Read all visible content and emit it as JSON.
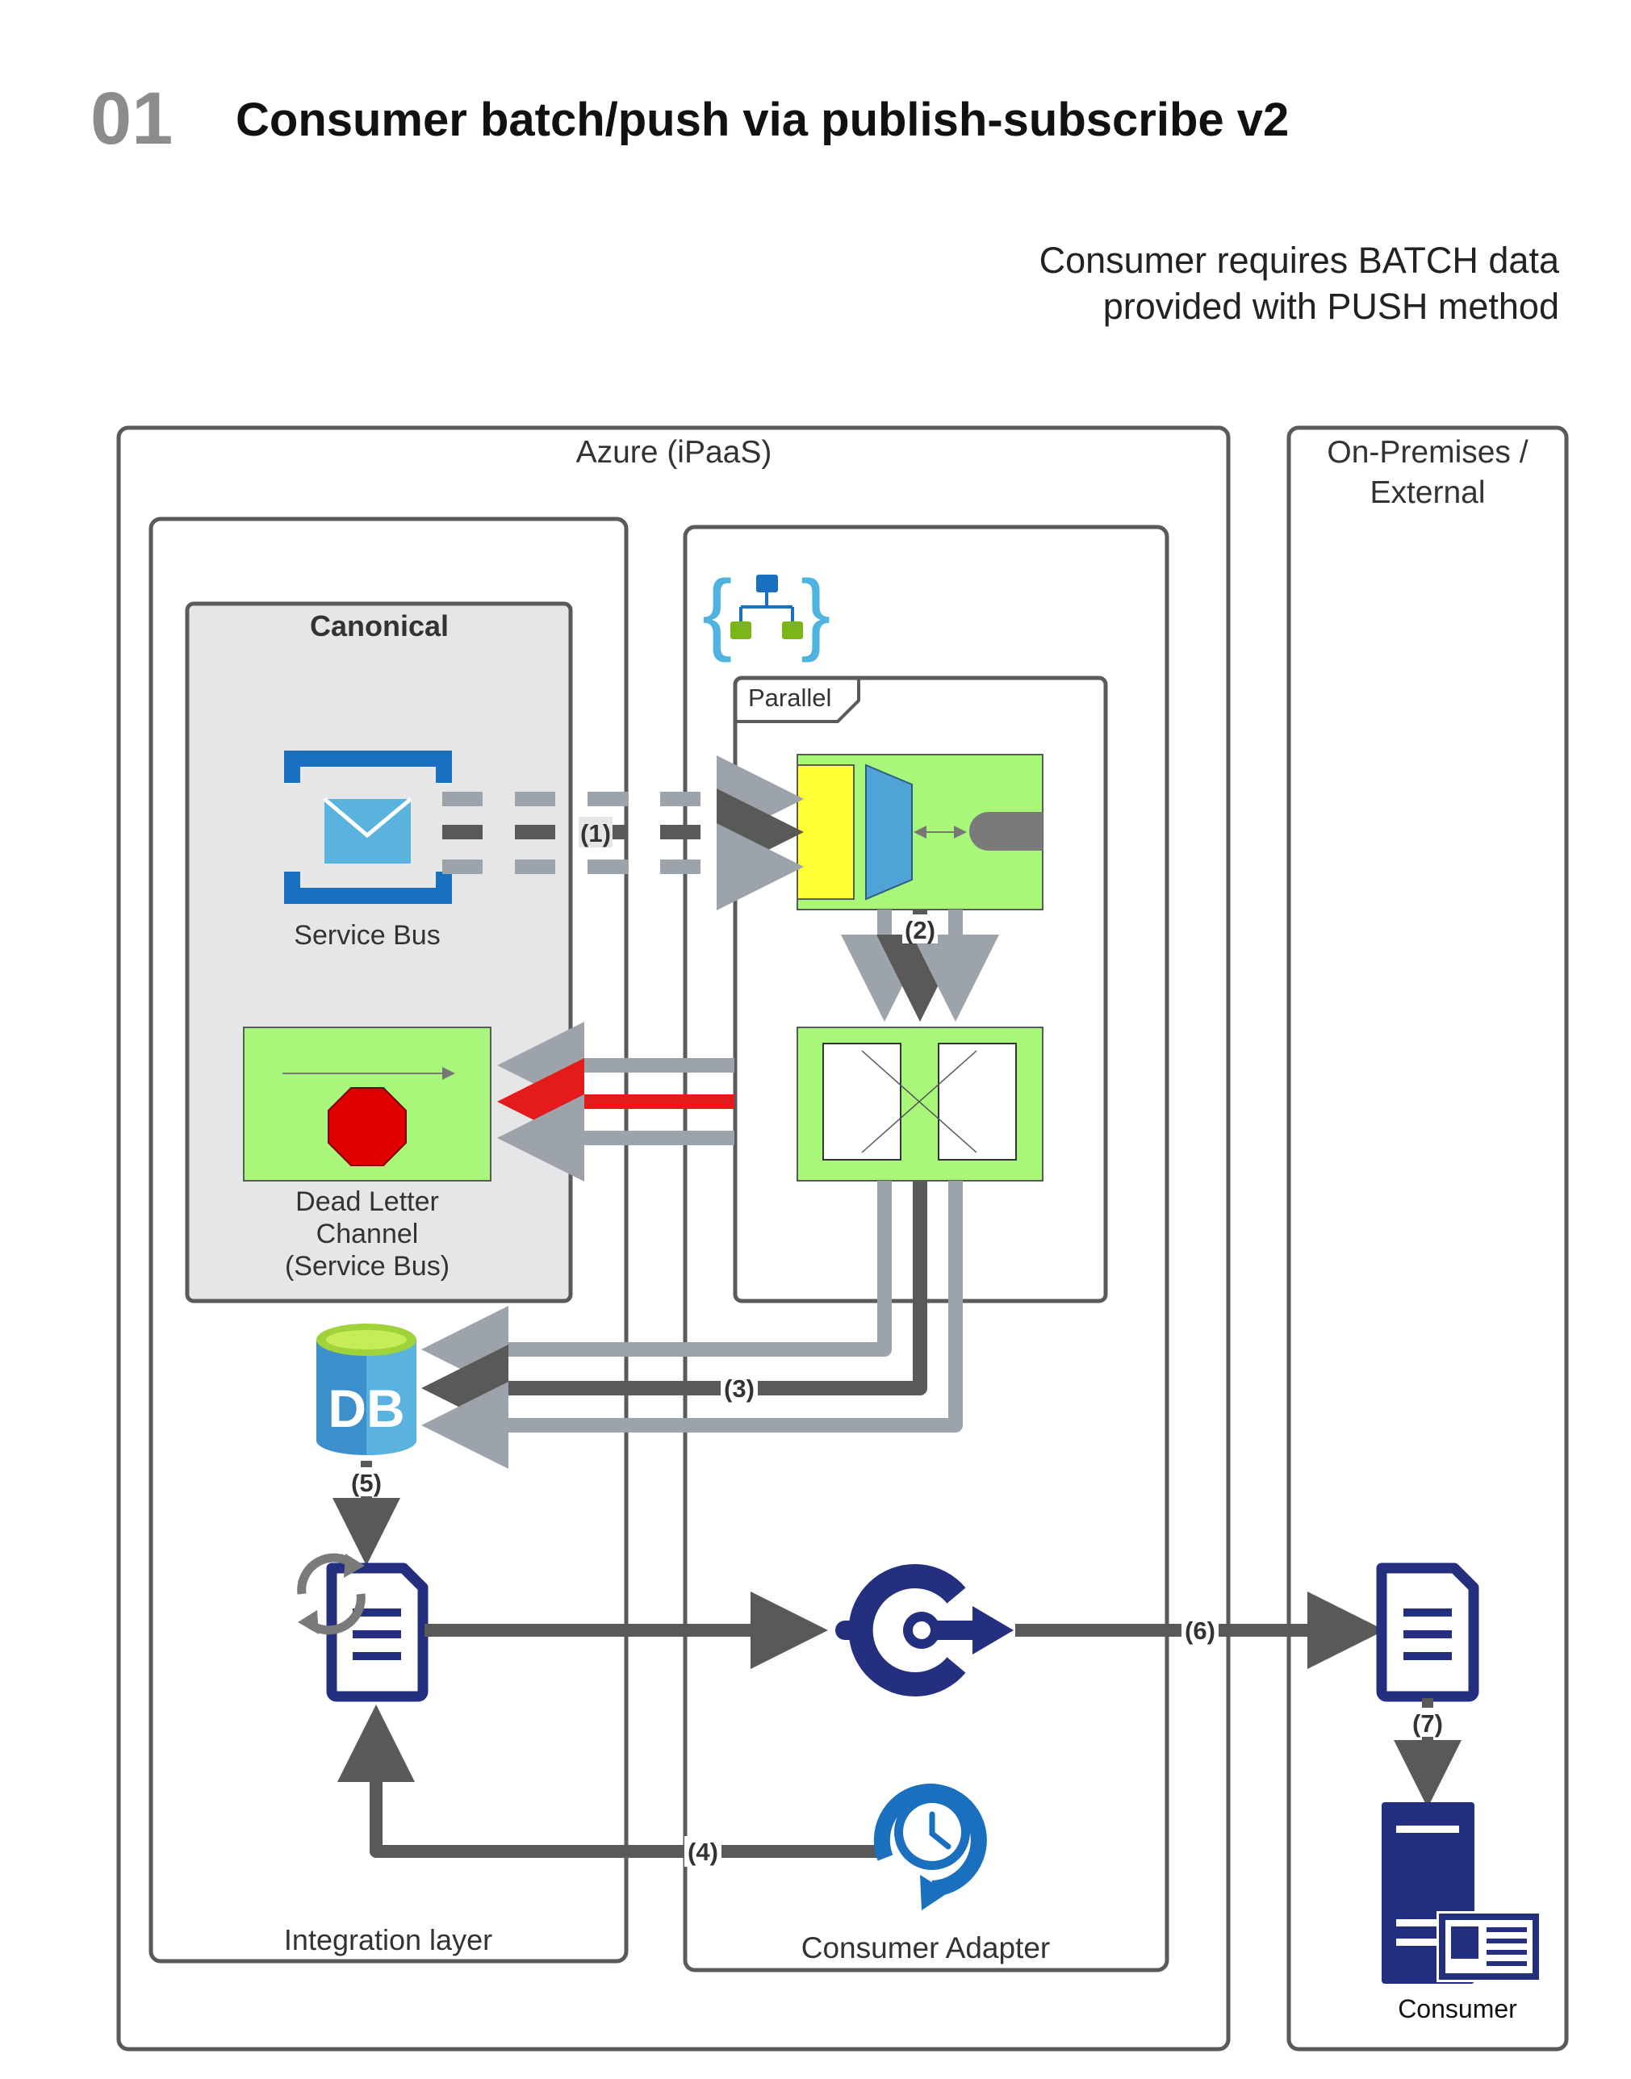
{
  "header": {
    "number": "01",
    "title": "Consumer batch/push via publish-subscribe v2",
    "subtitle_line1": "Consumer requires BATCH data",
    "subtitle_line2": "provided with PUSH method"
  },
  "zones": {
    "azure": "Azure (iPaaS)",
    "onprem_line1": "On-Premises /",
    "onprem_line2": "External",
    "integration_layer": "Integration layer",
    "consumer_adapter": "Consumer Adapter",
    "canonical": "Canonical",
    "parallel": "Parallel"
  },
  "components": {
    "service_bus": "Service Bus",
    "dead_letter_line1": "Dead Letter",
    "dead_letter_line2": "Channel",
    "dead_letter_line3": "(Service Bus)",
    "db_label": "DB",
    "consumer": "Consumer"
  },
  "steps": {
    "s1": "(1)",
    "s2": "(2)",
    "s3": "(3)",
    "s4": "(4)",
    "s5": "(5)",
    "s6": "(6)",
    "s7": "(7)"
  },
  "colors": {
    "frame": "#5a5a5a",
    "arrow_dark": "#595959",
    "arrow_light": "#9da3aa",
    "arrow_red": "#e41b1b",
    "green_fill": "#a9f77a",
    "azure_blue": "#1a6fbf",
    "navy": "#24307f",
    "canonical_fill": "#e6e6e6"
  }
}
